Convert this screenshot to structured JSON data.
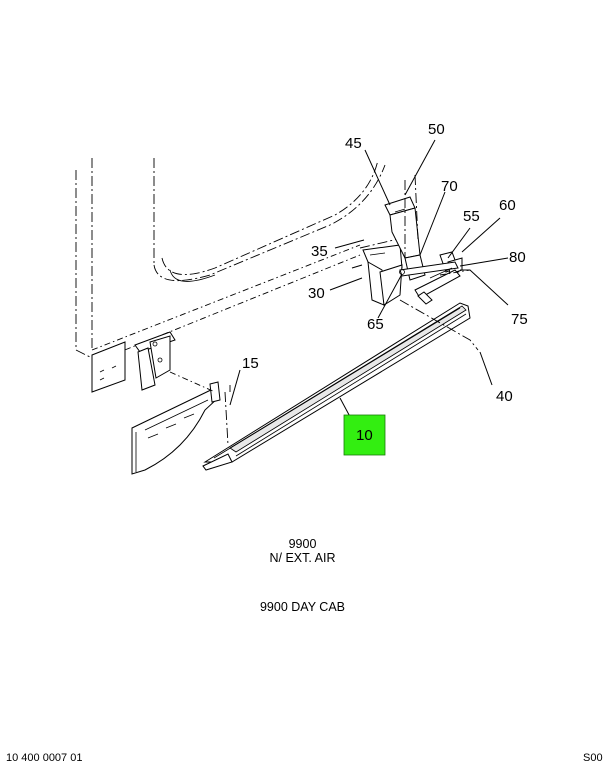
{
  "callouts": {
    "c10": "10",
    "c15": "15",
    "c30": "30",
    "c35": "35",
    "c40": "40",
    "c45": "45",
    "c50": "50",
    "c55": "55",
    "c60": "60",
    "c65": "65",
    "c70": "70",
    "c75": "75",
    "c80": "80"
  },
  "highlight": {
    "color": "#33ee11",
    "part": "10"
  },
  "caption": {
    "model": "9900",
    "variant": "N/ EXT. AIR",
    "title": "9900 DAY CAB"
  },
  "footer": {
    "left": "10 400 0007 01",
    "right": "S00"
  }
}
